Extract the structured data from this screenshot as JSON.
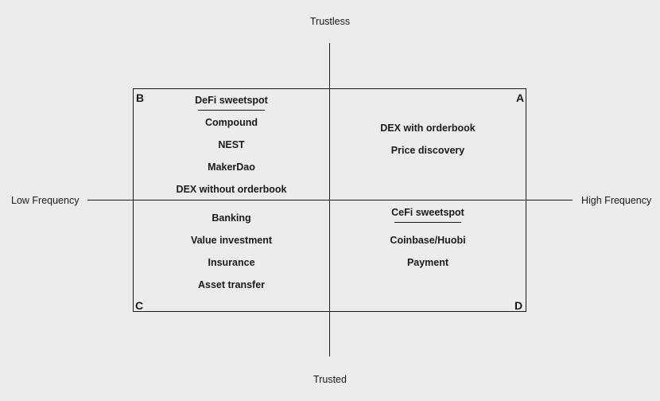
{
  "axes": {
    "top": "Trustless",
    "bottom": "Trusted",
    "left": "Low Frequency",
    "right": "High Frequency"
  },
  "quadrants": {
    "B": {
      "corner": "B",
      "heading": "DeFi sweetspot",
      "items": [
        "Compound",
        "NEST",
        "MakerDao",
        "DEX without orderbook"
      ]
    },
    "A": {
      "corner": "A",
      "items": [
        "DEX with orderbook",
        "Price discovery"
      ]
    },
    "C": {
      "corner": "C",
      "items": [
        "Banking",
        "Value investment",
        "Insurance",
        "Asset transfer"
      ]
    },
    "D": {
      "corner": "D",
      "heading": "CeFi sweetspot",
      "items": [
        "Coinbase/Huobi",
        "Payment"
      ]
    }
  }
}
